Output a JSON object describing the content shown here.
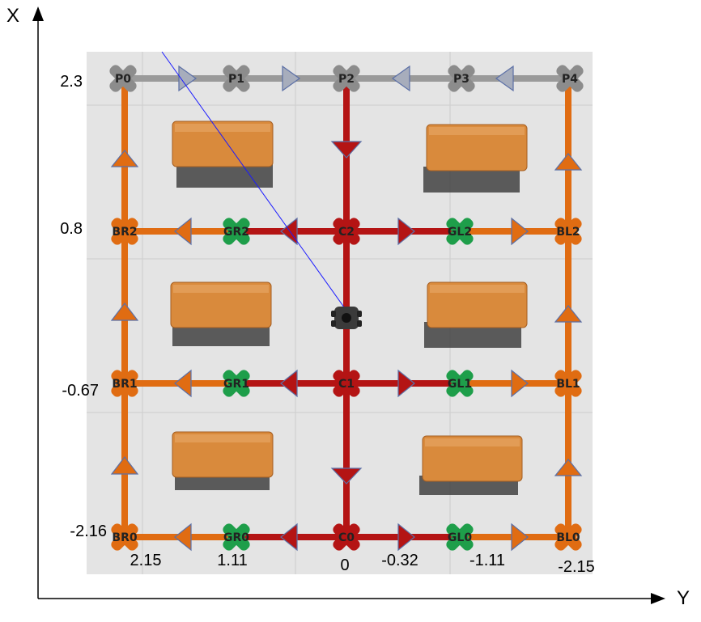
{
  "axes": {
    "x_title": "X",
    "y_title": "Y",
    "x_ticks": [
      "2.3",
      "0.8",
      "-0.67",
      "-2.16"
    ],
    "y_ticks": [
      "2.15",
      "1.11",
      "0",
      "-0.32",
      "-1.11",
      "-2.15"
    ]
  },
  "colors": {
    "floor": "#e4e4e4",
    "grid": "#cdcdcd",
    "park_path": "#9a9a9a",
    "park_node": "#8c8c8c",
    "center_path": "#b41414",
    "side_path": "#e06c12",
    "gate_node": "#1e9e4a",
    "arrow_outline": "#5b6fa6",
    "park_arrow": "#a7adbc",
    "shelf": "#d98a3c",
    "shelf_shadow": "#4a4a4a",
    "robot": "#3a3a3a",
    "trajectory": "#1a1aff"
  },
  "nodes": {
    "park": [
      "P0",
      "P1",
      "P2",
      "P3",
      "P4"
    ],
    "center": [
      "C2",
      "C1",
      "C0"
    ],
    "right_gates": [
      "GR2",
      "GR1",
      "GR0"
    ],
    "left_gates": [
      "GL2",
      "GL1",
      "GL0"
    ],
    "right_border": [
      "BR2",
      "BR1",
      "BR0"
    ],
    "left_border": [
      "BL2",
      "BL1",
      "BL0"
    ]
  }
}
